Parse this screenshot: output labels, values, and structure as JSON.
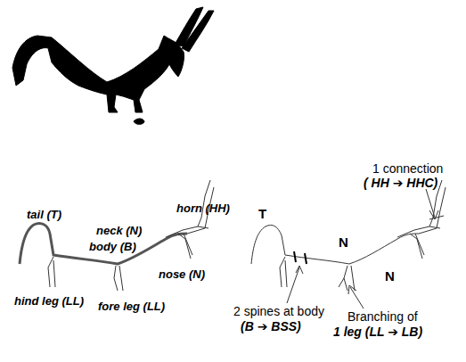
{
  "diagram": {
    "labels": [
      "tail (T)",
      "neck (N)",
      "body (B)",
      "horn (HH)",
      "nose (N)",
      "hind leg (LL)",
      "fore leg (LL)",
      "T",
      "N",
      "N",
      "1 connection",
      "( HH ➔ HHC)",
      "2 spines at body",
      "(B ➔ BSS)",
      "Branching of",
      "1 leg (LL ➔ LB)"
    ]
  }
}
